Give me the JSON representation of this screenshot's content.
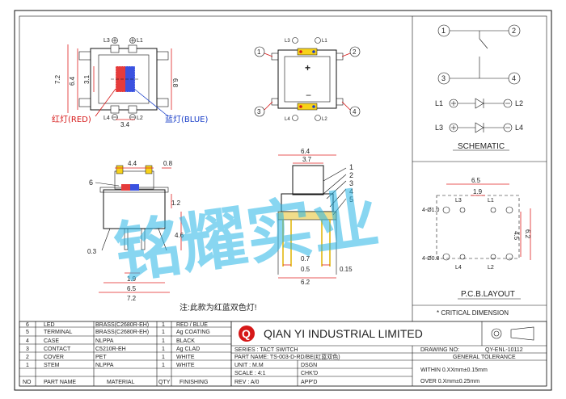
{
  "top_view": {
    "dims": {
      "w72": "7.2",
      "w64": "6.4",
      "w31": "3.1",
      "w68": "6.8",
      "w34": "3.4"
    },
    "pins": {
      "l3": "L3",
      "l1": "L1",
      "l4": "L4",
      "l2": "L2"
    },
    "led_red": "红灯(RED)",
    "led_blue": "蓝灯(BLUE)"
  },
  "switch_view": {
    "nums": [
      "1",
      "2",
      "3",
      "4"
    ],
    "pins": {
      "l3": "L3",
      "l1": "L1",
      "l4": "L4",
      "l2": "L2"
    },
    "plus": "+",
    "minus": "−"
  },
  "schematic": {
    "nums": [
      "1",
      "2",
      "3",
      "4"
    ],
    "leds": {
      "l1a": "L1",
      "l2a": "L2",
      "l3": "L3",
      "l4": "L4"
    },
    "title": "SCHEMATIC"
  },
  "side_view": {
    "callout": "6",
    "dims": {
      "d44": "4.4",
      "d08": "0.8",
      "d12": "1.2",
      "d46": "4.6",
      "d03": "0.3",
      "d19": "1.9",
      "d65": "6.5",
      "d72": "7.2"
    }
  },
  "front_view": {
    "callouts": [
      "1",
      "2",
      "3",
      "4",
      "5"
    ],
    "dims": {
      "d64": "6.4",
      "d37": "3.7",
      "d07": "0.7",
      "d05": "0.5",
      "d015": "0.15",
      "d62": "6.2"
    }
  },
  "pcb": {
    "dims": {
      "d65": "6.5",
      "d19": "1.9",
      "d45": "4.5",
      "d62": "6.2"
    },
    "holes": {
      "big": "4-Ø1.0",
      "small": "4-Ø0.8"
    },
    "pins": {
      "l3": "L3",
      "l1": "L1",
      "l4": "L4",
      "l2": "L2"
    },
    "title": "P.C.B.LAYOUT",
    "critical": "* CRITICAL  DIMENSION"
  },
  "note": "注:此款为红蓝双色灯!",
  "watermark": "铭耀实业",
  "bom": {
    "rows": [
      {
        "no": "6",
        "name": "LED",
        "material": "BRASS(C2680R-EH)",
        "qty": "1",
        "finish": "RED / BLUE"
      },
      {
        "no": "5",
        "name": "TERMINAL",
        "material": "BRASS(C2680R-EH)",
        "qty": "1",
        "finish": "Ag COATING"
      },
      {
        "no": "4",
        "name": "CASE",
        "material": "NLPPA",
        "qty": "1",
        "finish": "BLACK"
      },
      {
        "no": "3",
        "name": "CONTACT",
        "material": "C5210R-EH",
        "qty": "1",
        "finish": "Ag CLAD"
      },
      {
        "no": "2",
        "name": "COVER",
        "material": "PET",
        "qty": "1",
        "finish": "WHITE"
      },
      {
        "no": "1",
        "name": "STEM",
        "material": "NLPPA",
        "qty": "1",
        "finish": "WHITE"
      }
    ],
    "header": {
      "no": "NO",
      "name": "PART NAME",
      "material": "MATERIAL",
      "qty": "QTY",
      "finish": "FINISHING"
    }
  },
  "company": "QIAN  YI  INDUSTRIAL  LIMITED",
  "logo_letter": "Q",
  "title_block": {
    "series": "SERIES : TACT SWITCH",
    "part_name": "PART NAME: TS-003-D-RD/BE(红蓝双色)",
    "unit": "UNIT : M.M",
    "scale": "SCALE : 4:1",
    "rev": "REV  : A/0",
    "dsgn": "DSGN",
    "chkd": "CHK'D",
    "appd": "APP'D",
    "drawing_no_label": "DRAWING NO:",
    "drawing_no": "QY-ENL-10112",
    "general_tol": "GENERAL TOLERANCE",
    "within": "WITHIN 0.XXmm±0.15mm",
    "over": "OVER   0.Xmm±0.25mm"
  }
}
